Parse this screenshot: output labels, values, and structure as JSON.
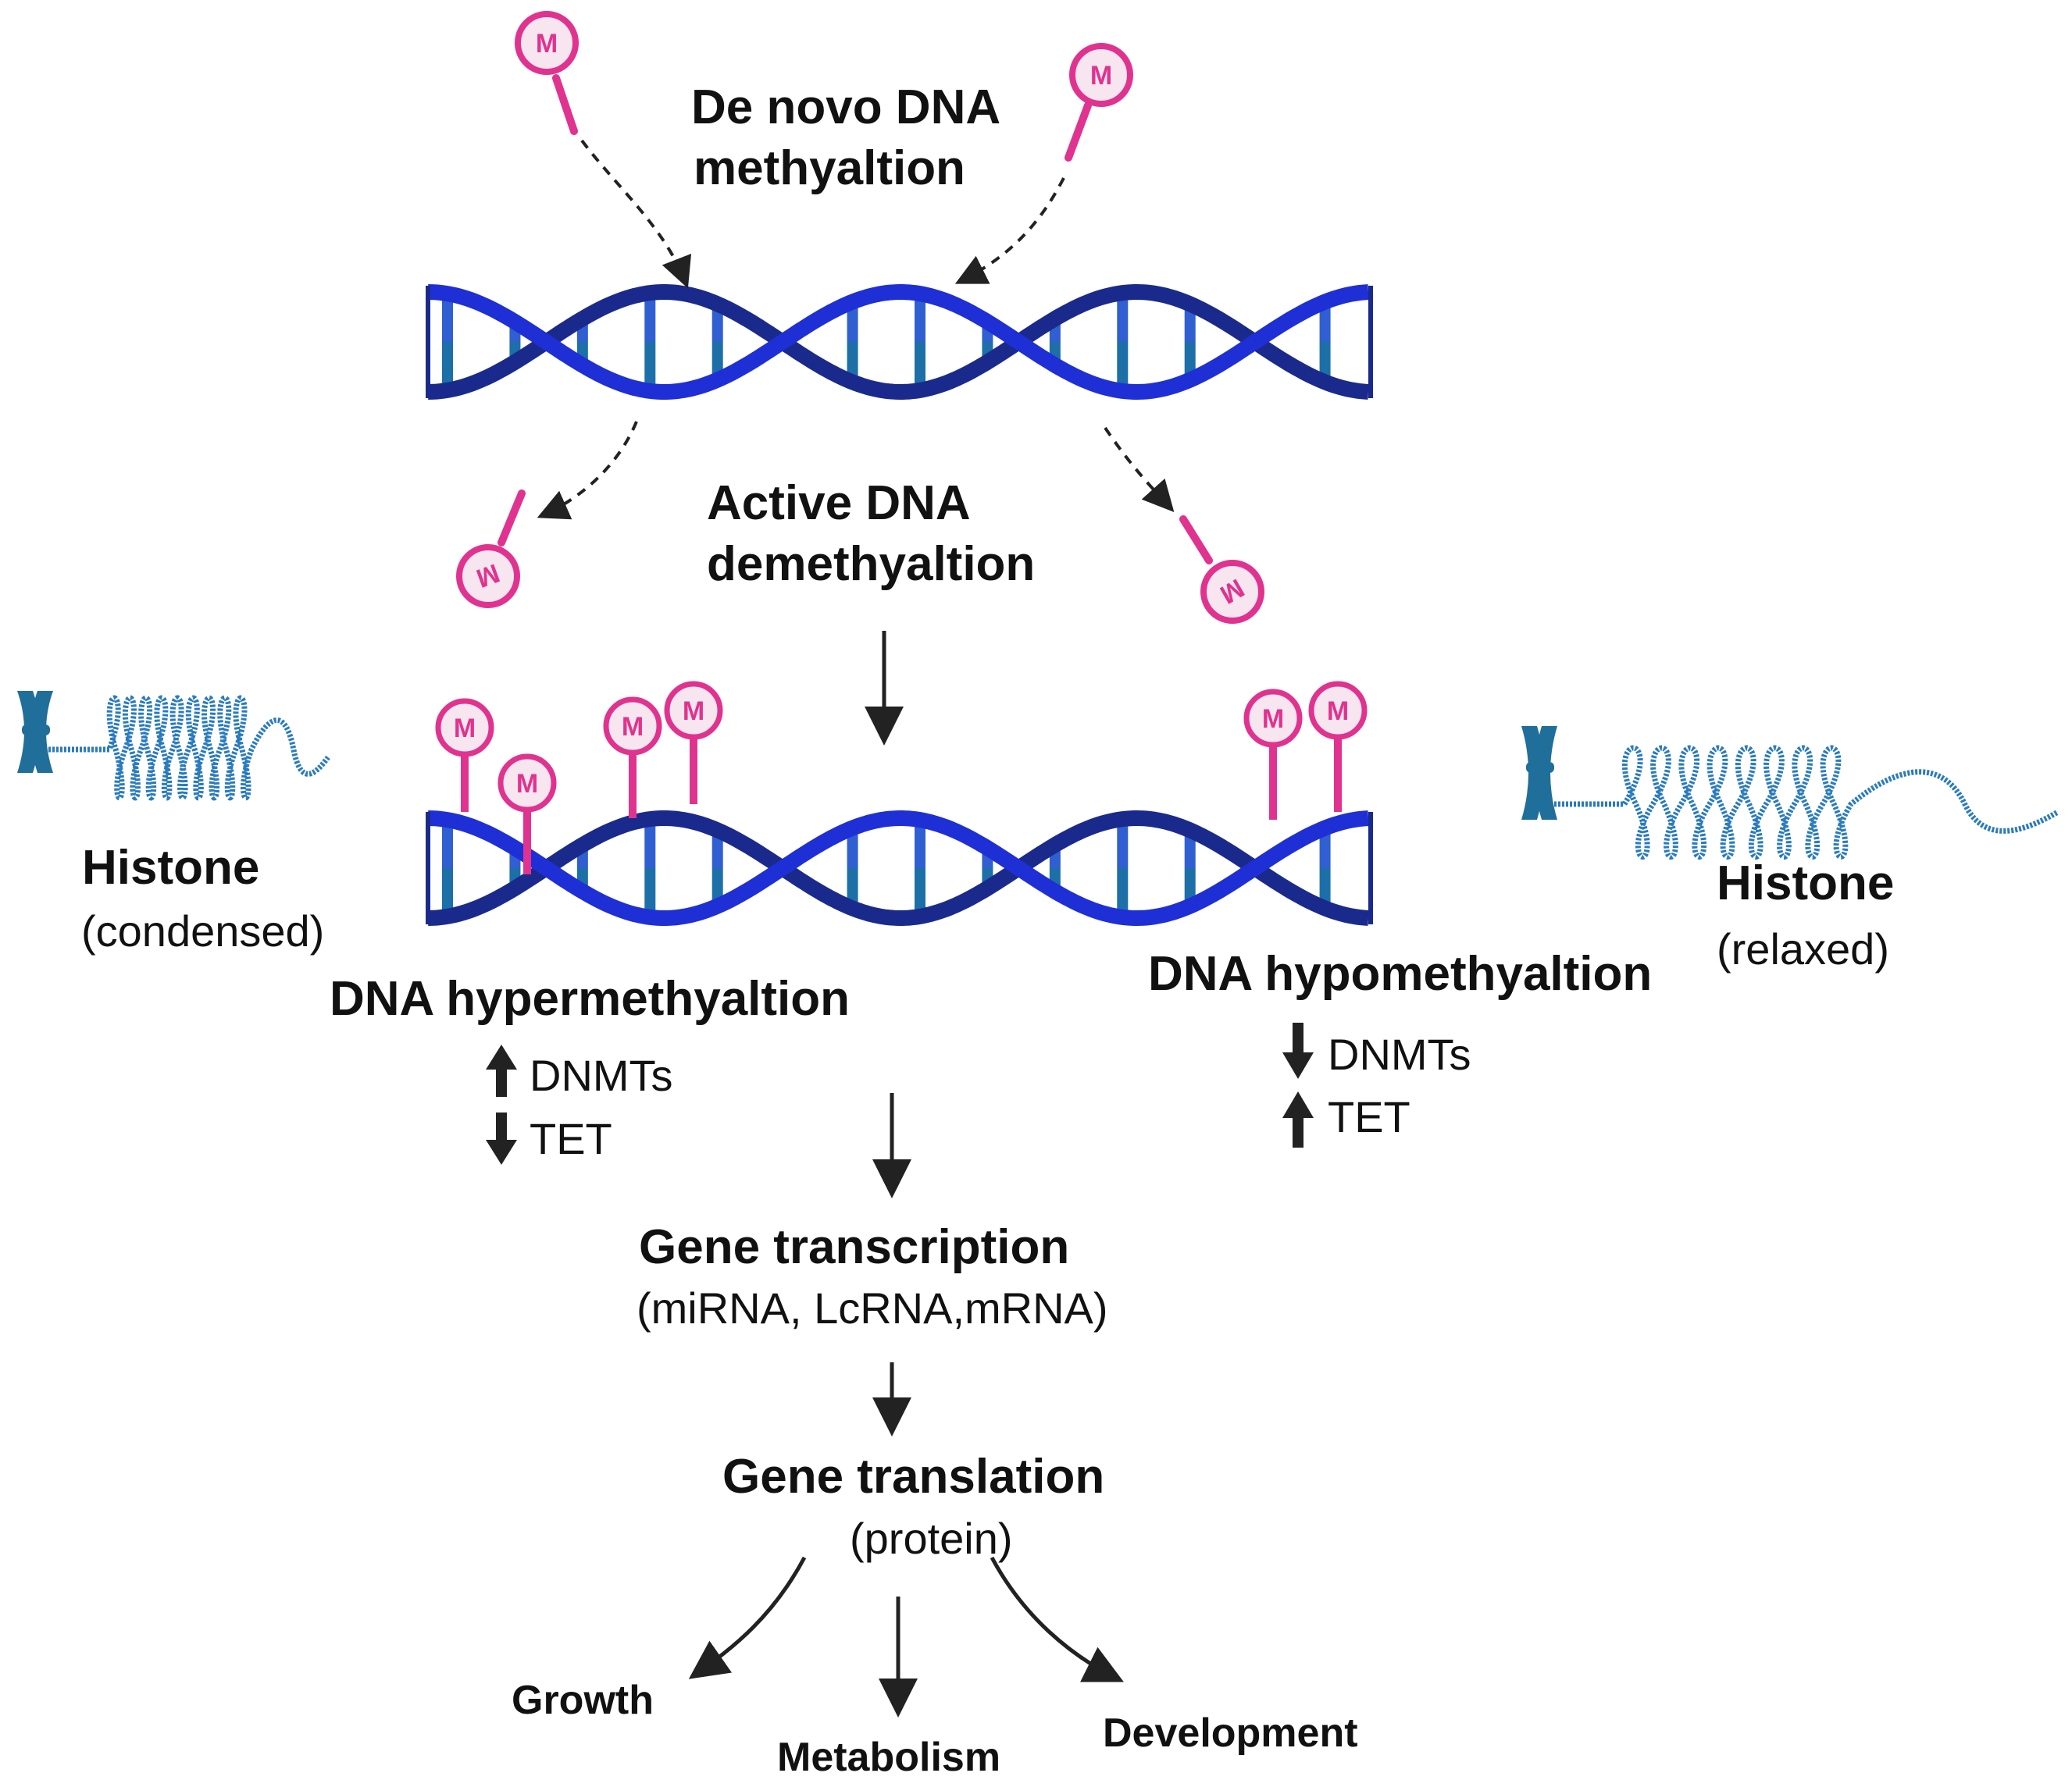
{
  "colors": {
    "strand_dark": "#1a2a8c",
    "strand_bright": "#1f2fd6",
    "rung": "#2f5fd0",
    "rung_mid": "#1d6fa8",
    "methyl": "#e0338f",
    "methyl_fill": "#f7e6ef",
    "histone": "#2a7bbd",
    "chromosome": "#1f6f9a",
    "arrow": "#222222"
  },
  "icons": [
    "methyl-group-icon",
    "chromosome-icon",
    "chromatin-coil-icon",
    "dna-helix-icon"
  ],
  "methyl_symbol": "M",
  "de_novo": {
    "line1": "De novo DNA",
    "line2": "methyaltion"
  },
  "active": {
    "line1": "Active DNA",
    "line2": "demethyaltion"
  },
  "histone_left": {
    "title": "Histone",
    "state": "(condensed)"
  },
  "histone_right": {
    "title": "Histone",
    "state": "(relaxed)"
  },
  "hyper": {
    "title": "DNA hypermethyaltion",
    "enzyme1": "DNMTs",
    "enzyme2": "TET"
  },
  "hypo": {
    "title": "DNA hypomethyaltion",
    "enzyme1": "DNMTs",
    "enzyme2": "TET"
  },
  "transcription": {
    "title": "Gene transcription",
    "sub": "(miRNA, LcRNA,mRNA)"
  },
  "translation": {
    "title": "Gene translation",
    "sub": "(protein)"
  },
  "outcomes": {
    "growth": "Growth",
    "metabolism": "Metabolism",
    "development": "Development"
  }
}
